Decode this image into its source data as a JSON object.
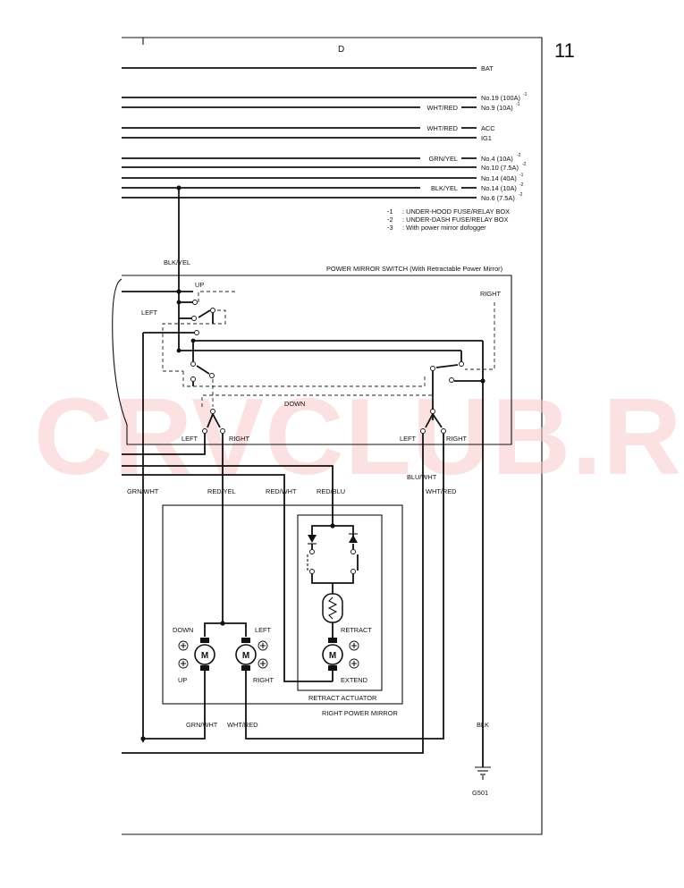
{
  "page_number": "11",
  "section_letter": "D",
  "watermark": "CRVCLUB.RU",
  "bus_lines": [
    {
      "wire": "",
      "label": "BAT"
    },
    {
      "wire": "",
      "label": "No.19 (100A)",
      "ref": "-1"
    },
    {
      "wire": "WHT/RED",
      "label": "No.9 (10A)",
      "ref": "-1"
    },
    {
      "wire": "WHT/RED",
      "label": "ACC"
    },
    {
      "wire": "",
      "label": "IG1"
    },
    {
      "wire": "GRN/YEL",
      "label": "No.4 (10A)",
      "ref": "-2"
    },
    {
      "wire": "",
      "label": "No.10 (7.5A)",
      "ref": "-2"
    },
    {
      "wire": "",
      "label": "No.14 (40A)",
      "ref": "-1"
    },
    {
      "wire": "BLK/YEL",
      "label": "No.14 (10A)",
      "ref": "-2"
    },
    {
      "wire": "",
      "label": "No.6 (7.5A)",
      "ref": "-2"
    }
  ],
  "notes": [
    {
      "ref": "-1",
      "text": ": UNDER-HOOD FUSE/RELAY BOX"
    },
    {
      "ref": "-2",
      "text": ": UNDER-DASH FUSE/RELAY BOX"
    },
    {
      "ref": "-3",
      "text": ": With power mirror dofogger"
    }
  ],
  "switch": {
    "title": "POWER MIRROR SWITCH (With Retractable Power Mirror)",
    "supply_wire": "BLK/YEL",
    "labels": {
      "up": "UP",
      "left": "LEFT",
      "right_top": "RIGHT",
      "down": "DOWN",
      "left_a": "LEFT",
      "right_a": "RIGHT",
      "left_b": "LEFT",
      "right_b": "RIGHT"
    }
  },
  "wires": {
    "w1": "GRN/WHT",
    "w2": "RED/YEL",
    "w3": "RED/WHT",
    "w4": "RED/BLU",
    "w5": "BLU/WHT",
    "w6": "WHT/RED"
  },
  "mirror": {
    "title": "RIGHT POWER MIRROR",
    "motor_labels": {
      "down": "DOWN",
      "up": "UP",
      "left": "LEFT",
      "right": "RIGHT",
      "m": "M"
    },
    "bottom_wires": {
      "a": "GRN/WHT",
      "b": "WHT/RED"
    }
  },
  "actuator": {
    "title": "RETRACT ACTUATOR",
    "retract": "RETRACT",
    "extend": "EXTEND",
    "m": "M"
  },
  "ground": {
    "wire": "BLK",
    "name": "G501"
  }
}
